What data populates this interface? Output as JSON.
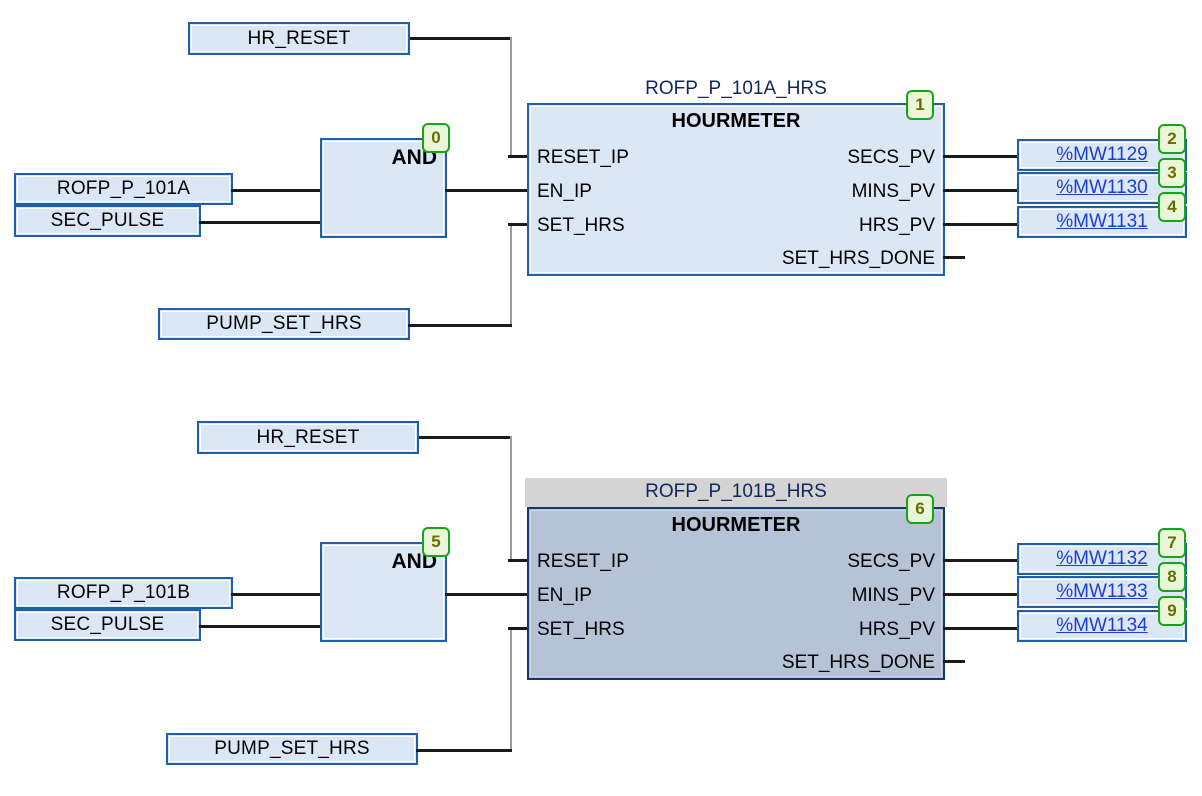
{
  "diagram": {
    "type": "fbd-function-block-diagram",
    "rungs": [
      {
        "id": "rung-a",
        "inputs": {
          "hr_reset": "HR_RESET",
          "enable_a": "ROFP_P_101A",
          "sec_pulse": "SEC_PULSE",
          "pump_set_hrs": "PUMP_SET_HRS"
        },
        "and_block": {
          "label": "AND",
          "badge": "0"
        },
        "function_block": {
          "instance_name": "ROFP_P_101A_HRS",
          "type": "HOURMETER",
          "badge": "1",
          "selected": false,
          "inputs": [
            "RESET_IP",
            "EN_IP",
            "SET_HRS"
          ],
          "outputs": [
            "SECS_PV",
            "MINS_PV",
            "HRS_PV",
            "SET_HRS_DONE"
          ]
        },
        "outputs": [
          {
            "address": "%MW1129",
            "badge": "2"
          },
          {
            "address": "%MW1130",
            "badge": "3"
          },
          {
            "address": "%MW1131",
            "badge": "4"
          }
        ]
      },
      {
        "id": "rung-b",
        "inputs": {
          "hr_reset": "HR_RESET",
          "enable_b": "ROFP_P_101B",
          "sec_pulse": "SEC_PULSE",
          "pump_set_hrs": "PUMP_SET_HRS"
        },
        "and_block": {
          "label": "AND",
          "badge": "5"
        },
        "function_block": {
          "instance_name": "ROFP_P_101B_HRS",
          "type": "HOURMETER",
          "badge": "6",
          "selected": true,
          "inputs": [
            "RESET_IP",
            "EN_IP",
            "SET_HRS"
          ],
          "outputs": [
            "SECS_PV",
            "MINS_PV",
            "HRS_PV",
            "SET_HRS_DONE"
          ]
        },
        "outputs": [
          {
            "address": "%MW1132",
            "badge": "7"
          },
          {
            "address": "%MW1133",
            "badge": "8"
          },
          {
            "address": "%MW1134",
            "badge": "9"
          }
        ]
      }
    ],
    "colors": {
      "box_fill": "#dce7f5",
      "box_border": "#1f5fa9",
      "selected_fill": "#b6c2d6",
      "selection_band": "#d4d4d4",
      "badge_border": "#19a319",
      "badge_fill": "#e9f7d8",
      "link_text": "#1a3fd0",
      "instance_text": "#10275c",
      "wire_horizontal": "#1a1a1a",
      "wire_vertical": "#9a9a9a"
    }
  }
}
